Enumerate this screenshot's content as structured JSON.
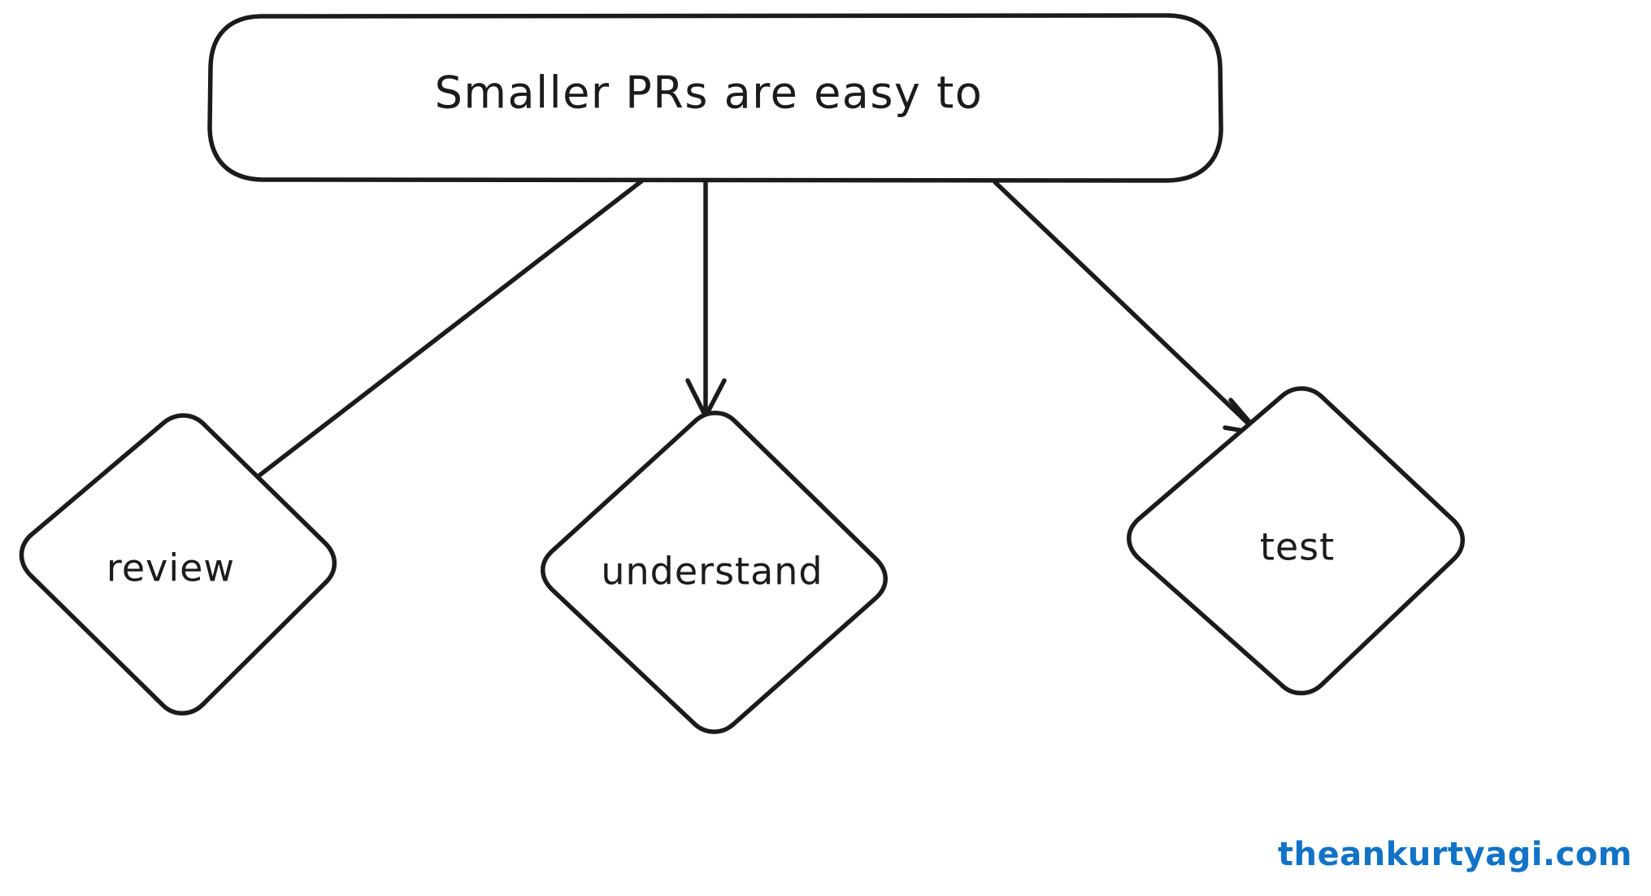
{
  "diagram": {
    "type": "flowchart",
    "direction": "top-down",
    "background_color": "#ffffff",
    "stroke_color": "#1b1b1b",
    "root": {
      "id": "root",
      "label": "Smaller PRs are easy to",
      "shape": "rounded-rectangle"
    },
    "leaves": [
      {
        "id": "review",
        "label": "review",
        "shape": "diamond"
      },
      {
        "id": "understand",
        "label": "understand",
        "shape": "diamond"
      },
      {
        "id": "test",
        "label": "test",
        "shape": "diamond"
      }
    ],
    "edges": [
      {
        "from": "root",
        "to": "review",
        "arrow": "single"
      },
      {
        "from": "root",
        "to": "understand",
        "arrow": "single"
      },
      {
        "from": "root",
        "to": "test",
        "arrow": "single"
      }
    ]
  },
  "watermark": {
    "text": "theankurtyagi.com",
    "color": "#1273c6"
  }
}
